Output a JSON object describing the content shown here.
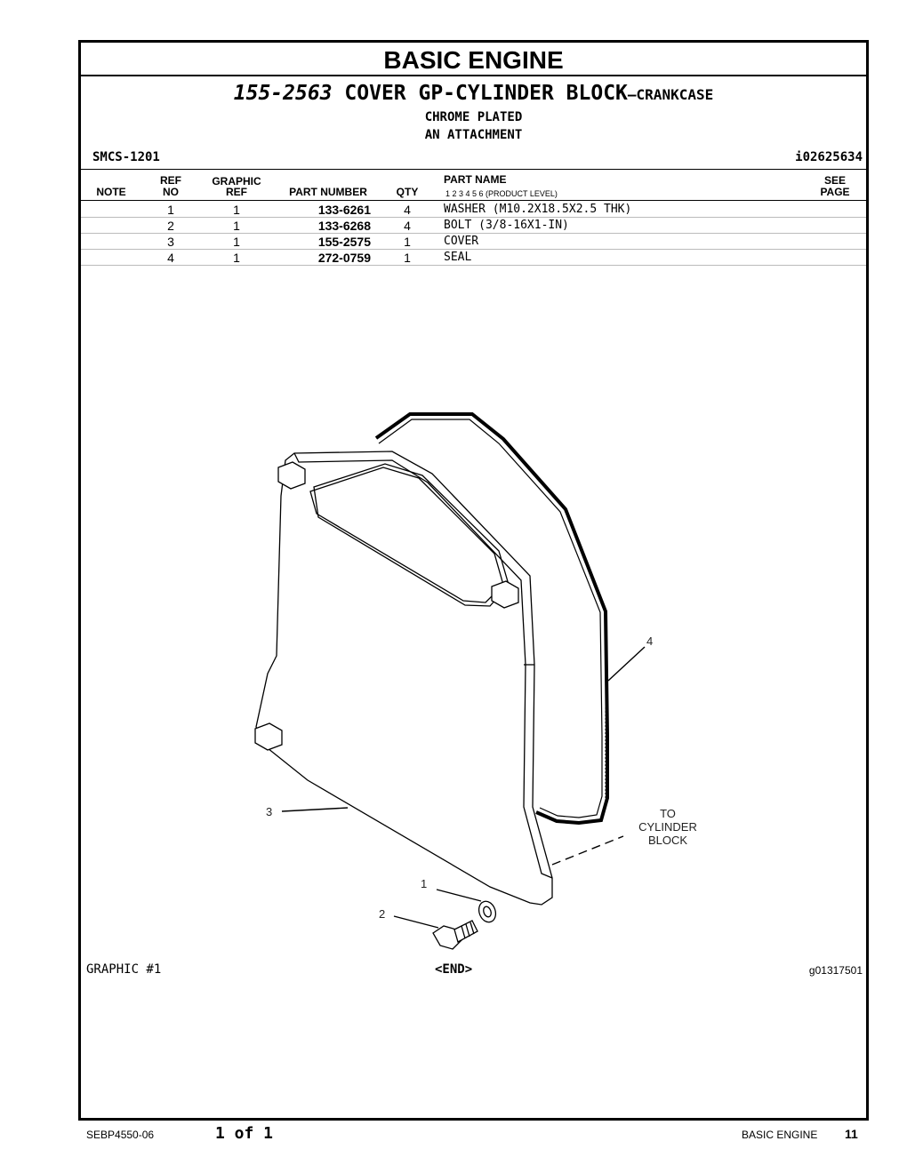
{
  "header": {
    "section": "BASIC ENGINE",
    "part_number": "155-2563",
    "group_name": "COVER GP-CYLINDER BLOCK",
    "group_suffix": "—CRANKCASE",
    "line1": "CHROME PLATED",
    "line2": "AN ATTACHMENT",
    "smcs": "SMCS-1201",
    "ident": "i02625634"
  },
  "columns": {
    "note": "NOTE",
    "ref_top": "REF",
    "ref_bottom": "NO",
    "graphic_top": "GRAPHIC",
    "graphic_bottom": "REF",
    "part_number": "PART NUMBER",
    "qty": "QTY",
    "part_name": "PART NAME",
    "product_level": "1   2   3   4   5   6  (PRODUCT LEVEL)",
    "see_top": "SEE",
    "see_bottom": "PAGE"
  },
  "parts": [
    {
      "ref": "1",
      "graphic": "1",
      "part_number": "133-6261",
      "qty": "4",
      "name": "WASHER (M10.2X18.5X2.5 THK)"
    },
    {
      "ref": "2",
      "graphic": "1",
      "part_number": "133-6268",
      "qty": "4",
      "name": "BOLT (3/8-16X1-IN)"
    },
    {
      "ref": "3",
      "graphic": "1",
      "part_number": "155-2575",
      "qty": "1",
      "name": "COVER"
    },
    {
      "ref": "4",
      "graphic": "1",
      "part_number": "272-0759",
      "qty": "1",
      "name": "SEAL"
    }
  ],
  "diagram": {
    "callouts": [
      "1",
      "2",
      "3",
      "4"
    ],
    "to_label": [
      "TO",
      "CYLINDER",
      "BLOCK"
    ]
  },
  "graphic": {
    "label": "GRAPHIC #1",
    "end": "<END>",
    "id": "g01317501"
  },
  "footer": {
    "doc": "SEBP4550-06",
    "page_of": "1 of 1",
    "section": "BASIC ENGINE",
    "page": "11"
  }
}
